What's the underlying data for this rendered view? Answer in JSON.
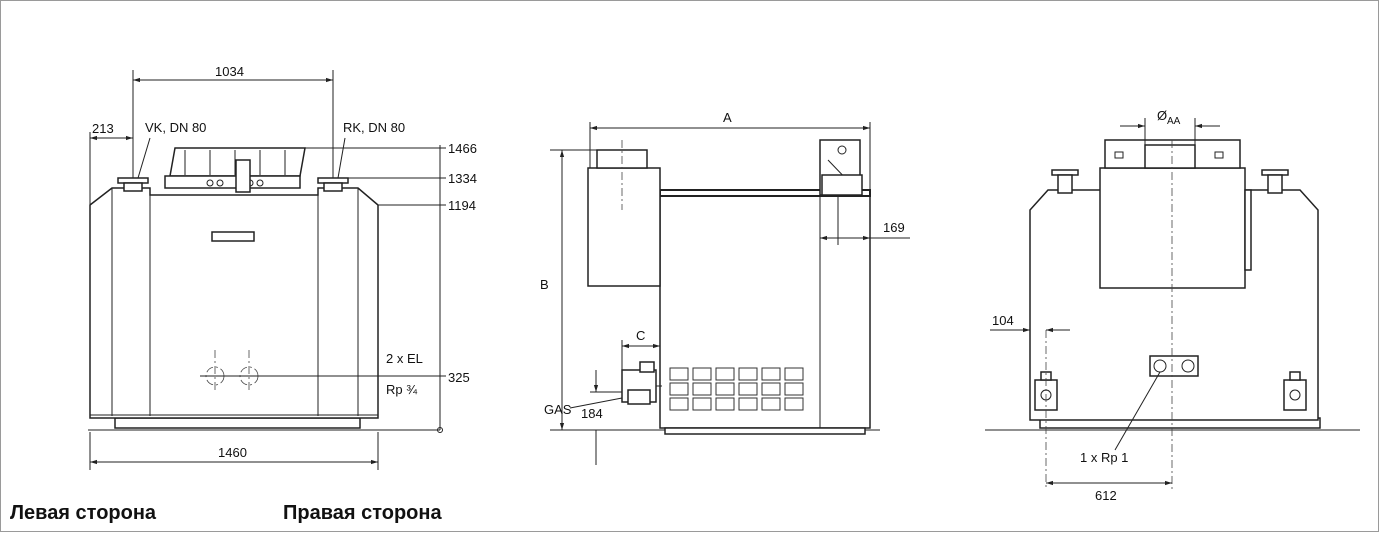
{
  "left_view": {
    "dim_top": "1034",
    "dim_left": "213",
    "flow": "VK, DN 80",
    "return": "RK, DN 80",
    "h1": "1466",
    "h2": "1334",
    "h3": "1194",
    "drain_count": "2 x EL",
    "drain_thread": "Rp ¾",
    "h_drain": "325",
    "width": "1460"
  },
  "middle_view": {
    "dim_a": "A",
    "dim_b": "B",
    "dim_c": "C",
    "dim_169": "169",
    "gas_label": "GAS",
    "dim_184": "184"
  },
  "right_view": {
    "flue_symbol": "Ø",
    "flue_sub": "AA",
    "dim_104": "104",
    "connection": "1 x Rp 1",
    "width": "612"
  },
  "captions": {
    "left": "Левая сторона",
    "right": "Правая сторона"
  }
}
